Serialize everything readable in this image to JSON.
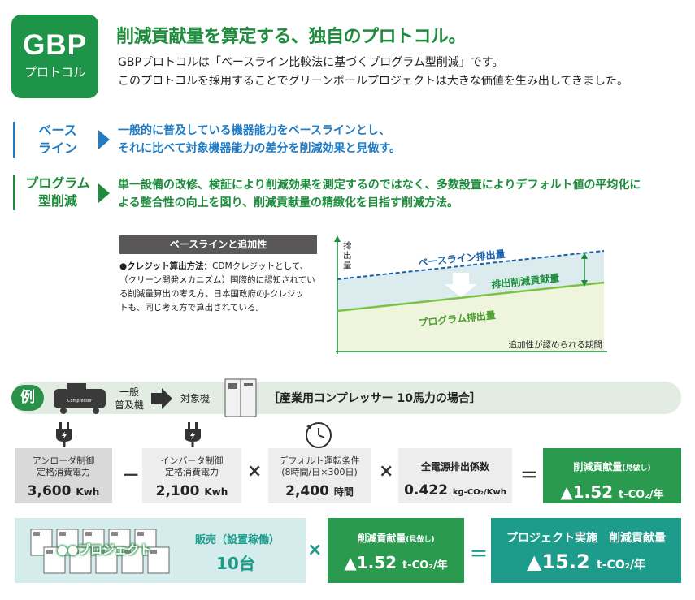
{
  "header": {
    "logo_main": "GBP",
    "logo_sub": "プロトコル",
    "title": "削減貢献量を算定する、独自のプロトコル。",
    "desc_line1": "GBPプロトコルは「ベースライン比較法に基づくプログラム型削減」です。",
    "desc_line2": "このプロトコルを採用することでグリーンボールプロジェクトは大きな価値を生み出してきました。"
  },
  "definitions": [
    {
      "label_line1": "ベース",
      "label_line2": "ライン",
      "text_line1": "一般的に普及している機器能力をベースラインとし、",
      "text_line2": "それに比べて対象機器能力の差分を削減効果と見做す。",
      "color": "#1e7bc4"
    },
    {
      "label_line1": "プログラム",
      "label_line2": "型削減",
      "text_line1": "単一設備の改修、検証により削減効果を測定するのではなく、多数設置によりデフォルト値の平均化に",
      "text_line2": "よる整合性の向上を図り、削減貢献量の精緻化を目指す削減方法。",
      "color": "#1d8c3c"
    }
  ],
  "explanation": {
    "heading": "ベースラインと追加性",
    "bold_lead": "●クレジット算出方法：",
    "body_line1": "CDMクレジットとして、",
    "body_line2": "（クリーン開発メカニズム）国際的に認知されてい",
    "body_line3": "る削減量算出の考え方。日本国政府のJ-クレジッ",
    "body_line4": "トも、同じ考え方で算出されている。"
  },
  "chart": {
    "y_axis_label": [
      "排",
      "出",
      "量"
    ],
    "baseline_label": "ベースライン排出量",
    "reduction_label": "排出削減貢献量",
    "program_label": "プログラム排出量",
    "x_axis_label": "追加性が認められる期間"
  },
  "example": {
    "badge": "例",
    "device1_label": "一般",
    "device1_label2": "普及機",
    "compressor_text": "Compressor",
    "device2_label": "対象機",
    "note": "［産業用コンプレッサー 10馬力の場合］"
  },
  "calc": {
    "box1_l1": "アンローダ制御",
    "box1_l2": "定格消費電力",
    "box1_v": "3,600",
    "box1_u": "Kwh",
    "op1": "－",
    "box2_l1": "インバータ制御",
    "box2_l2": "定格消費電力",
    "box2_v": "2,100",
    "box2_u": "Kwh",
    "op2": "×",
    "box3_l1": "デフォルト運転条件",
    "box3_l2": "(8時間/日×300日)",
    "box3_v": "2,400",
    "box3_u": "時間",
    "op3": "×",
    "box4_l1": "全電源排出係数",
    "box4_v": "0.422",
    "box4_u": "kg-CO₂/Kwh",
    "op4": "＝",
    "box5_l1": "削減貢献量",
    "box5_l1s": "(見做し)",
    "box5_v": "▲1.52",
    "box5_u": "t-CO₂/年"
  },
  "project": {
    "name": "●●プロジェクト",
    "sales_label": "販売（設置稼働）",
    "sales_value": "10台",
    "op1": "×",
    "box_label": "削減貢献量",
    "box_label_s": "(見做し)",
    "box_value": "▲1.52",
    "box_unit": "t-CO₂/年",
    "op2": "＝",
    "result_label": "プロジェクト実施　削減貢献量",
    "result_value": "▲15.2",
    "result_unit": "t-CO₂/年"
  },
  "colors": {
    "green": "#1d8c3c",
    "blue": "#1e7bc4",
    "teal": "#1d9c8c",
    "light_teal_bg": "#d5ecec",
    "gray_box": "#d9d9d9",
    "light_gray_box": "#ededed"
  }
}
